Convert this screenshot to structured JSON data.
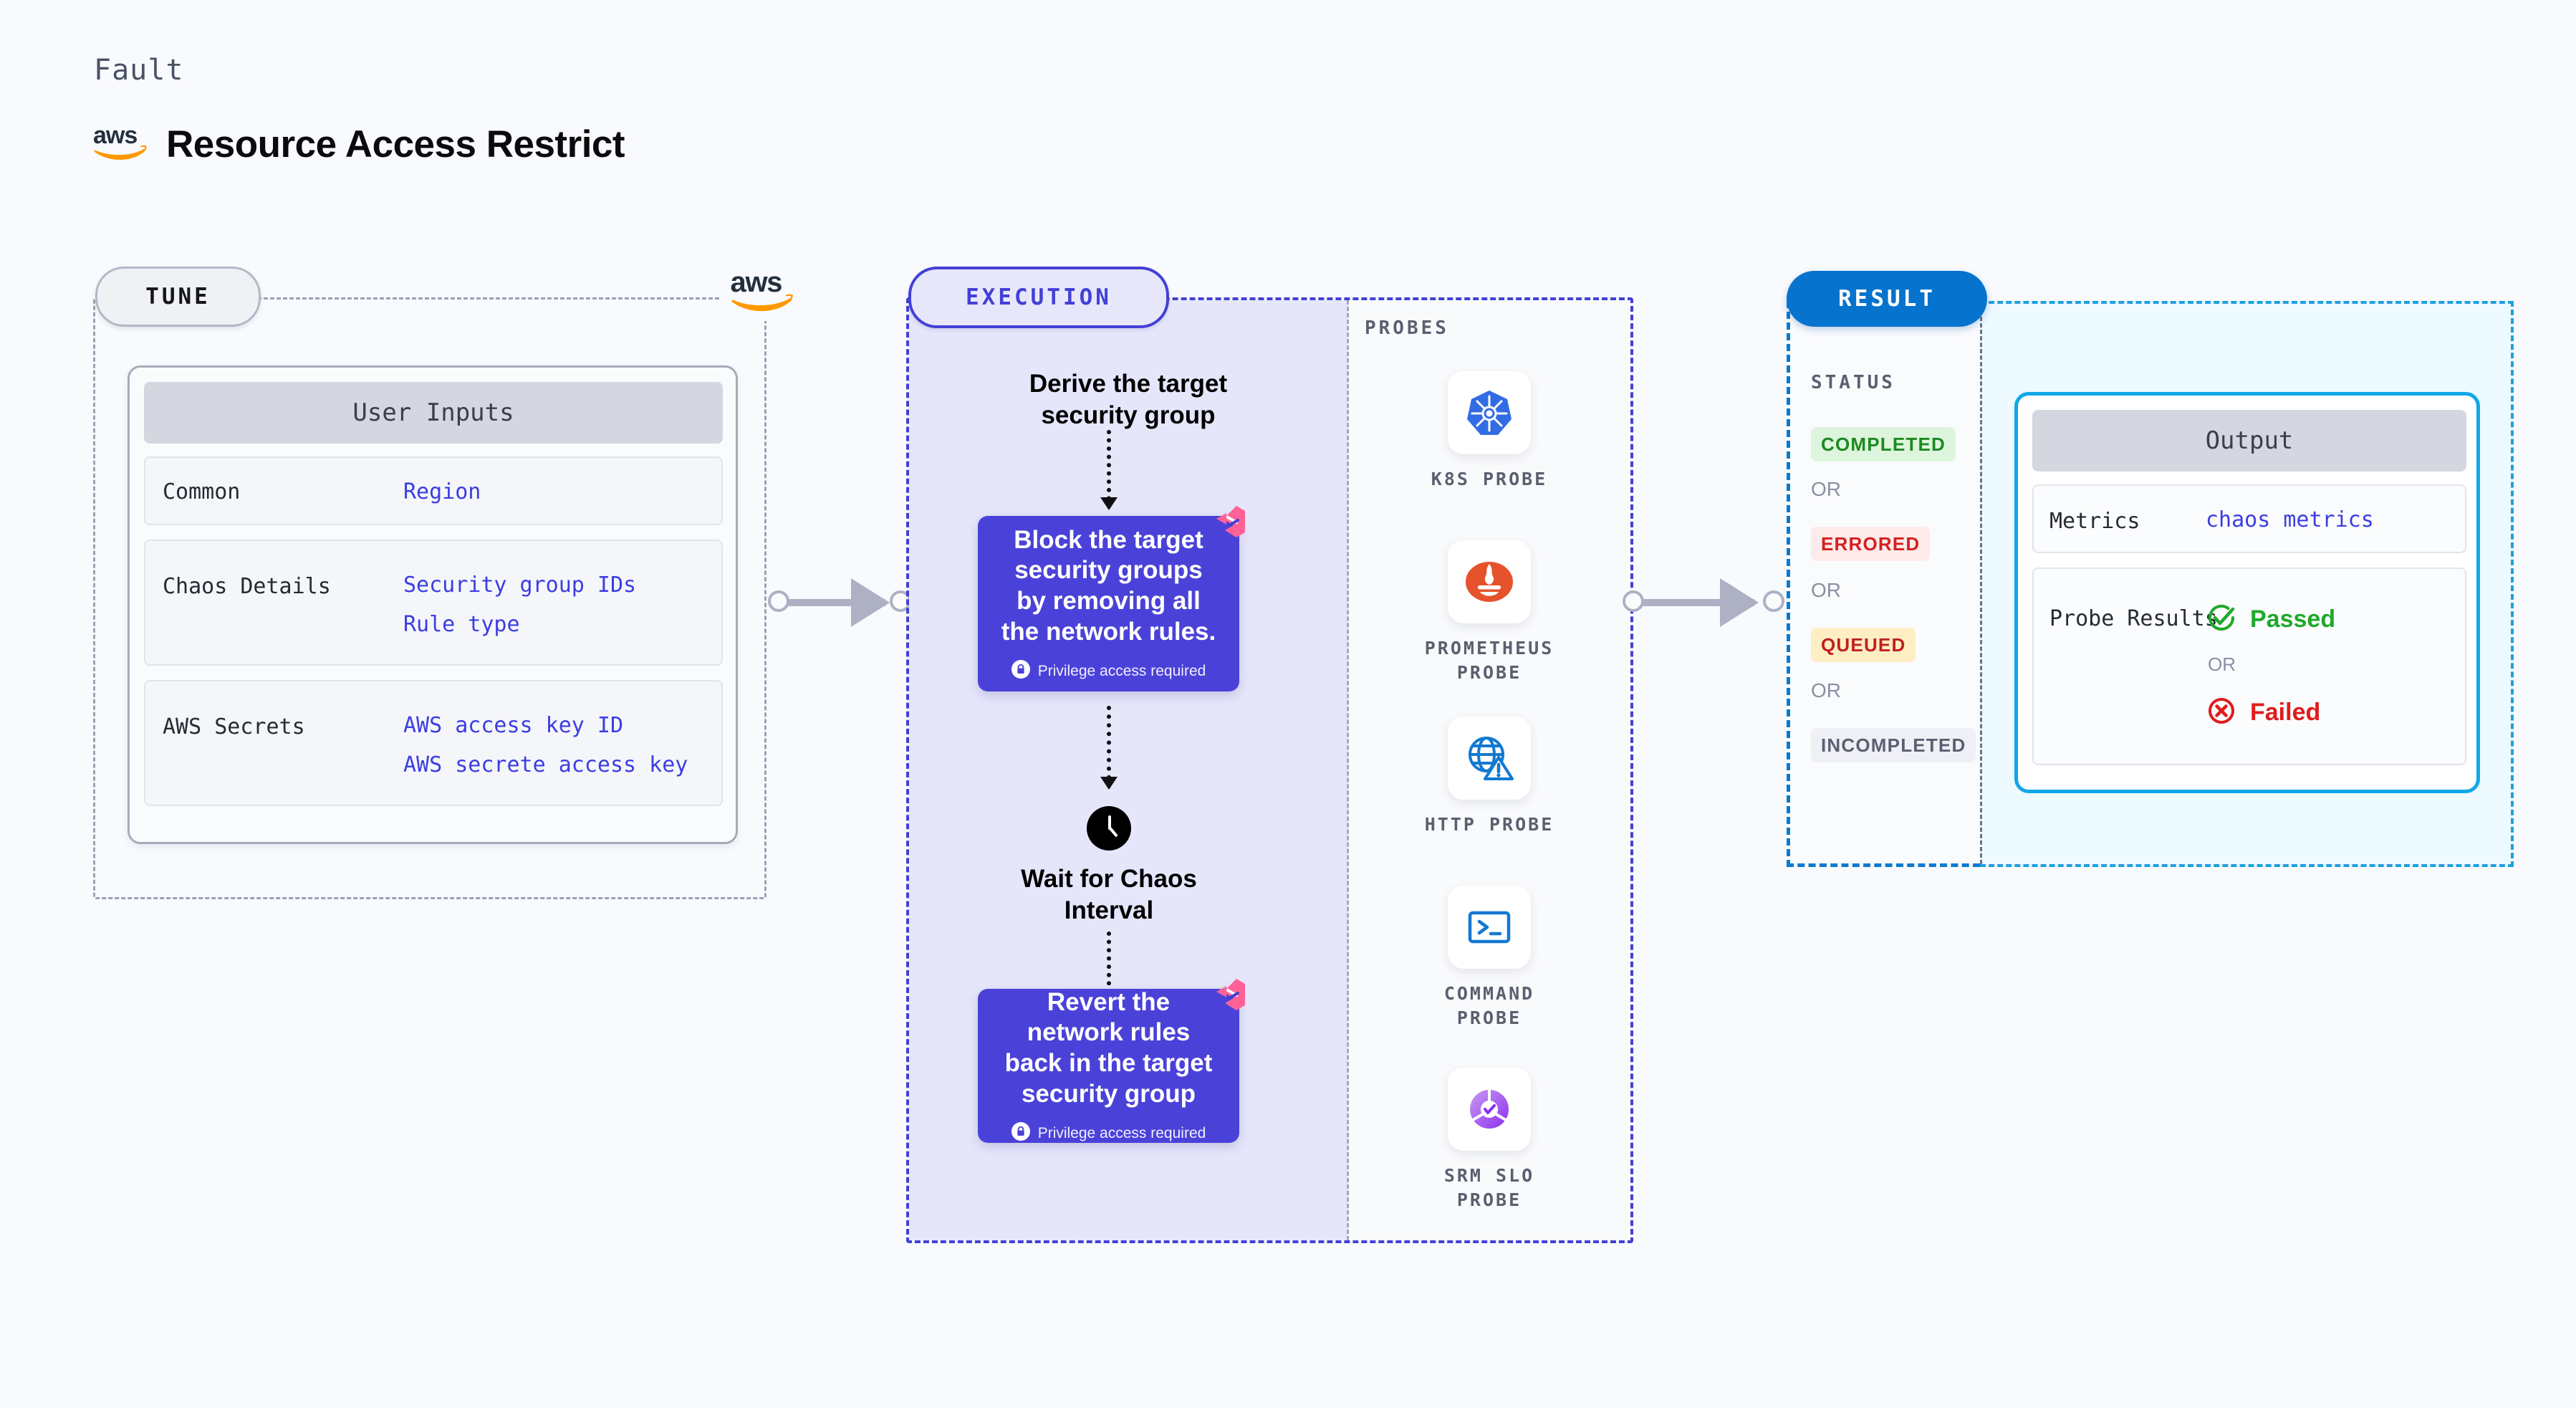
{
  "header": {
    "eyebrow": "Fault",
    "title": "Resource Access Restrict",
    "brand_icon": "aws-logo-icon"
  },
  "colors": {
    "page_bg": "#f8fafd",
    "tune_border": "#9aa1b4",
    "execution_accent": "#4340d6",
    "execution_bg": "#e6e6fb",
    "result_accent": "#0673ce",
    "result_bg": "#edfaff",
    "output_border": "#12a6e8",
    "step_card": "#4a42d8",
    "value_text": "#3b3de0",
    "harness_pink": "#ff6296"
  },
  "tune": {
    "pill_label": "TUNE",
    "brand_icon": "aws-logo-icon",
    "card_title": "User Inputs",
    "rows": [
      {
        "key": "Common",
        "values": [
          "Region"
        ]
      },
      {
        "key": "Chaos Details",
        "values": [
          "Security group IDs",
          "Rule type"
        ]
      },
      {
        "key": "AWS Secrets",
        "values": [
          "AWS access key ID",
          "AWS secrete access key"
        ]
      }
    ]
  },
  "execution": {
    "pill_label": "EXECUTION",
    "step1_label": "Derive the target security group",
    "step2": {
      "text": "Block the target security groups by removing all the network rules.",
      "privilege": "Privilege access required",
      "privilege_icon": "lock-icon",
      "corner_icon": "harness-logo-icon"
    },
    "wait_label": "Wait for Chaos Interval",
    "wait_icon": "clock-icon",
    "step3": {
      "text": "Revert the network rules back in the target security group",
      "privilege": "Privilege access required",
      "privilege_icon": "lock-icon",
      "corner_icon": "harness-logo-icon"
    },
    "probes_title": "PROBES",
    "probes": [
      {
        "name": "K8S PROBE",
        "icon": "kubernetes-icon"
      },
      {
        "name": "PROMETHEUS PROBE",
        "icon": "prometheus-icon"
      },
      {
        "name": "HTTP PROBE",
        "icon": "globe-warning-icon"
      },
      {
        "name": "COMMAND PROBE",
        "icon": "terminal-icon"
      },
      {
        "name": "SRM SLO PROBE",
        "icon": "srm-slo-icon"
      }
    ]
  },
  "result": {
    "pill_label": "RESULT",
    "status_title": "STATUS",
    "or_label": "OR",
    "statuses": [
      {
        "label": "COMPLETED",
        "bg": "#ddf5dc",
        "fg": "#1d8a21"
      },
      {
        "label": "ERRORED",
        "bg": "#fdeaea",
        "fg": "#d42020"
      },
      {
        "label": "QUEUED",
        "bg": "#fdeec4",
        "fg": "#c21f1f"
      },
      {
        "label": "INCOMPLETED",
        "bg": "#eff0f6",
        "fg": "#5b6070"
      }
    ],
    "output": {
      "card_title": "Output",
      "metrics_key": "Metrics",
      "metrics_value": "chaos metrics",
      "probe_results_key": "Probe Results",
      "passed_label": "Passed",
      "passed_icon": "check-circle-icon",
      "or_label": "OR",
      "failed_label": "Failed",
      "failed_icon": "x-circle-icon"
    }
  }
}
